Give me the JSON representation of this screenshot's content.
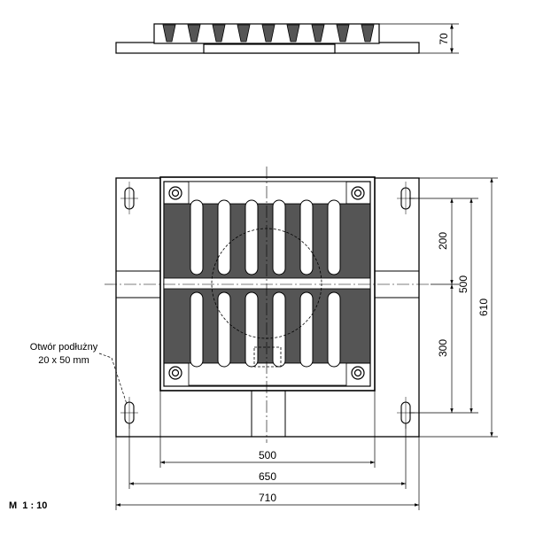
{
  "side_view": {
    "height_dim": "70"
  },
  "plan_view": {
    "slot_note": {
      "line1": "Otwór podłużny",
      "line2": "20 x 50 mm"
    },
    "dims_vertical": {
      "upper": "200",
      "lower": "300",
      "inner": "500",
      "outer": "610"
    },
    "dims_horizontal": {
      "grate": "500",
      "holes": "650",
      "overall": "710"
    }
  },
  "scale_label": "M  1 : 10",
  "colors": {
    "line": "#000000",
    "grate_fill": "#555555",
    "paper": "#ffffff"
  }
}
